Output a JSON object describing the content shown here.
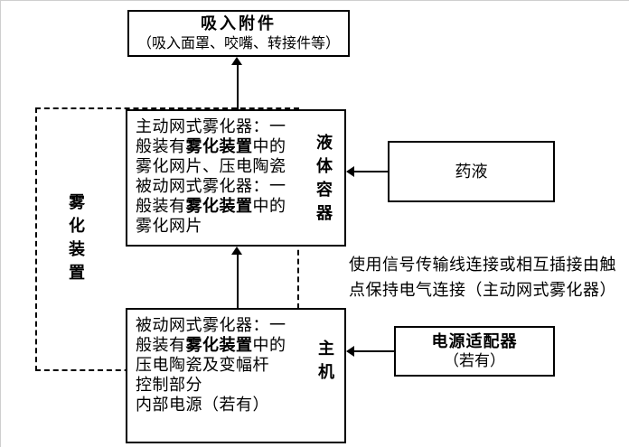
{
  "diagram": {
    "inhale": {
      "title": "吸入附件",
      "subtitle": "（吸入面罩、咬嘴、转接件等）"
    },
    "atomizer_label": "雾化装置",
    "liquid_container": {
      "label": "液体容器",
      "lines": {
        "l1": "主动网式雾化器：一",
        "l2a": "般装有",
        "l2b": "雾化装置",
        "l2c": "中的",
        "l3": "雾化网片、压电陶瓷",
        "l4": "被动网式雾化器：一",
        "l5a": "般装有",
        "l5b": "雾化装置",
        "l5c": "中的",
        "l6": "雾化网片"
      }
    },
    "medicine_label": "药液",
    "note": {
      "l1": "使用信号传输线连接或相互插接由触",
      "l2": "点保持电气连接（主动网式雾化器）"
    },
    "host": {
      "label": "主机",
      "lines": {
        "l1": "被动网式雾化器：一",
        "l2a": "般装有",
        "l2b": "雾化装置",
        "l2c": "中的",
        "l3": "压电陶瓷及变幅杆",
        "l4": "控制部分",
        "l5": "内部电源（若有）"
      }
    },
    "adapter": {
      "title": "电源适配器",
      "subtitle": "（若有）"
    },
    "colors": {
      "line": "#000000",
      "background": "#ffffff"
    }
  }
}
